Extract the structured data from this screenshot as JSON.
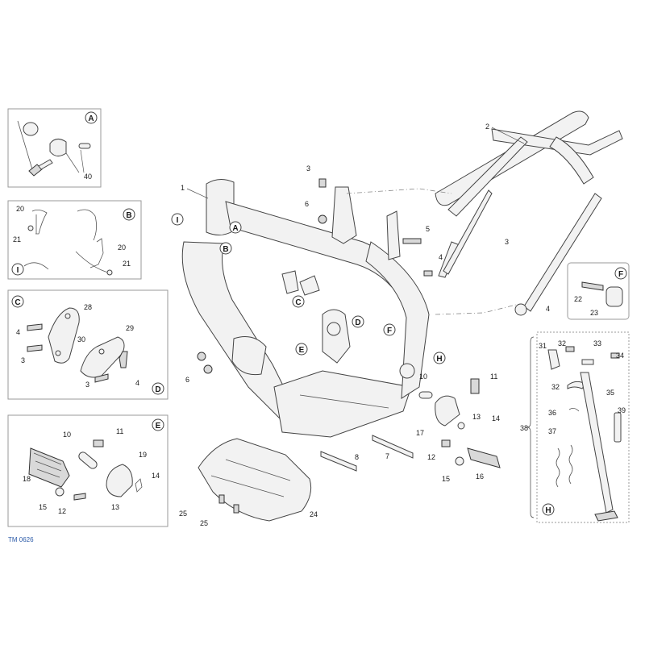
{
  "reference_code": "TM 0626",
  "detail_letters": {
    "A": "A",
    "B": "B",
    "C": "C",
    "D": "D",
    "E": "E",
    "F": "F",
    "H": "H",
    "I": "I"
  },
  "callouts": {
    "p1": "1",
    "p2": "2",
    "p3a": "3",
    "p3b": "3",
    "p3c": "3",
    "p3d": "3",
    "p4a": "4",
    "p4b": "4",
    "p4c": "4",
    "p4d": "4",
    "p5": "5",
    "p6a": "6",
    "p6b": "6",
    "p7": "7",
    "p8": "8",
    "p10a": "10",
    "p10b": "10",
    "p11a": "11",
    "p11b": "11",
    "p12a": "12",
    "p12b": "12",
    "p13a": "13",
    "p13b": "13",
    "p14a": "14",
    "p14b": "14",
    "p15a": "15",
    "p15b": "15",
    "p16": "16",
    "p17": "17",
    "p18": "18",
    "p19": "19",
    "p20a": "20",
    "p20b": "20",
    "p21a": "21",
    "p21b": "21",
    "p22": "22",
    "p23": "23",
    "p24": "24",
    "p25a": "25",
    "p25b": "25",
    "p28": "28",
    "p29": "29",
    "p30": "30",
    "p31": "31",
    "p32a": "32",
    "p32b": "32",
    "p33": "33",
    "p34": "34",
    "p35": "35",
    "p36": "36",
    "p37": "37",
    "p38": "38",
    "p39": "39",
    "p40": "40"
  }
}
